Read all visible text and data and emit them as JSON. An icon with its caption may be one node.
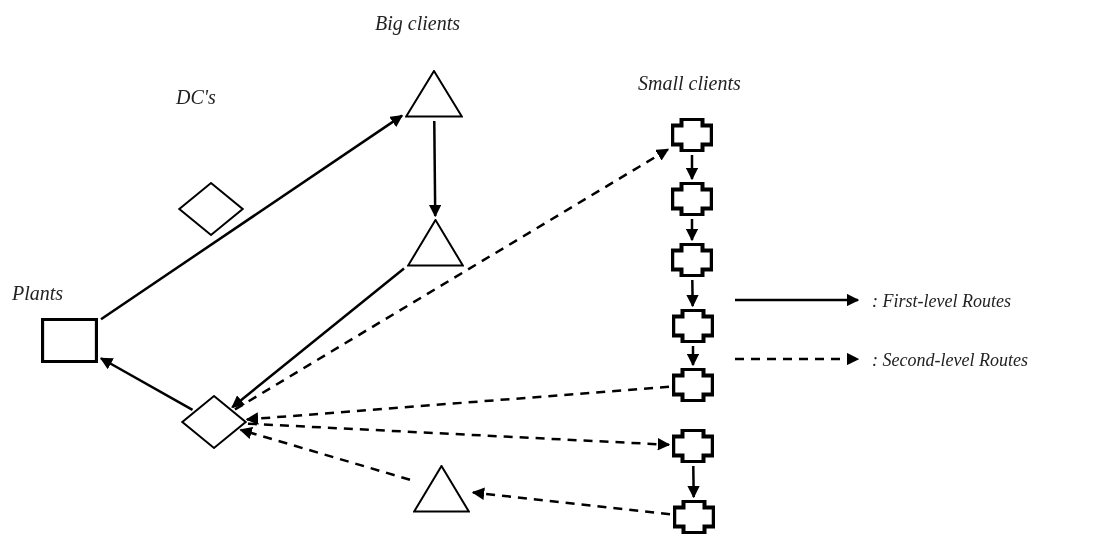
{
  "diagram": {
    "nodes": [
      {
        "text": [],
        "shape": "box"
      },
      {
        "text": [],
        "shape": "diamond"
      },
      {
        "text": [],
        "shape": "diamond"
      },
      {
        "text": [],
        "shape": "triangle"
      },
      {
        "text": [],
        "shape": "triangle"
      },
      {
        "text": [],
        "shape": "triangle"
      },
      {
        "text": [],
        "shape": "cross"
      },
      {
        "text": [],
        "shape": "cross"
      },
      {
        "text": [],
        "shape": "cross"
      },
      {
        "text": [],
        "shape": "cross"
      },
      {
        "text": [],
        "shape": "cross"
      },
      {
        "text": [],
        "shape": "cross"
      },
      {
        "text": [],
        "shape": "cross"
      }
    ],
    "edges": [
      {
        "from": 0,
        "to": 3,
        "arrow": "to"
      },
      {
        "from": 3,
        "to": 4,
        "arrow": "to"
      },
      {
        "from": 4,
        "to": 2,
        "arrow": "to"
      },
      {
        "from": 2,
        "to": 0,
        "arrow": "to"
      },
      {
        "from": 2,
        "to": 6,
        "arrow": "to",
        "style": "dashed"
      },
      {
        "from": 6,
        "to": 7,
        "arrow": "to"
      },
      {
        "from": 7,
        "to": 8,
        "arrow": "to"
      },
      {
        "from": 8,
        "to": 9,
        "arrow": "to"
      },
      {
        "from": 9,
        "to": 10,
        "arrow": "to"
      },
      {
        "from": 10,
        "to": 2,
        "arrow": "to",
        "style": "dashed"
      },
      {
        "from": 2,
        "to": 11,
        "arrow": "to",
        "style": "dashed"
      },
      {
        "from": 11,
        "to": 12,
        "arrow": "to"
      },
      {
        "from": 12,
        "to": 5,
        "arrow": "to",
        "style": "dashed"
      },
      {
        "from": 5,
        "to": 2,
        "arrow": "to",
        "style": "dashed"
      }
    ],
    "labels": [
      "Big clients",
      "DC's",
      "Small clients",
      "Plants"
    ],
    "legend": [
      {
        "text": ": First-level Routes"
      },
      {
        "text": ": Second-level Routes"
      }
    ]
  }
}
